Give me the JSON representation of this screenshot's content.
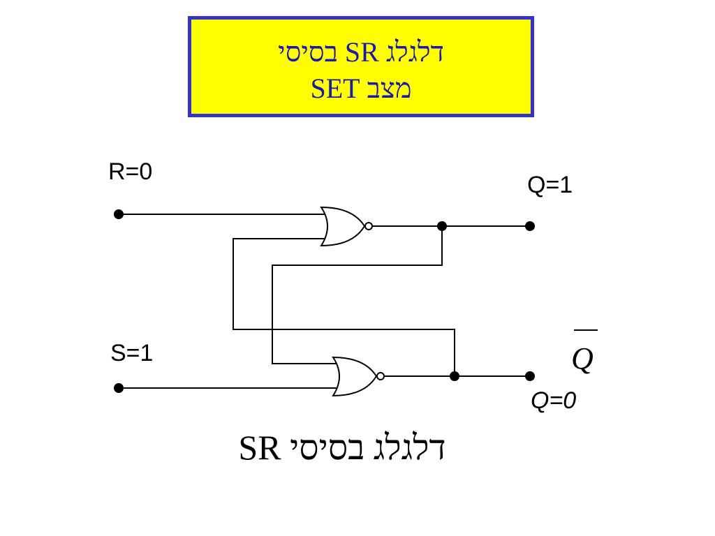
{
  "title": {
    "line1": "דלגלג  SR  בסיסי",
    "line2": "מצב SET"
  },
  "labels": {
    "r_input": "R=0",
    "s_input": "S=1",
    "q_output": "Q=1",
    "qbar_symbol": "Q",
    "qbar_output": "Q=0"
  },
  "caption": "דלגלג  בסיסי  SR",
  "colors": {
    "title_background": "#ffff00",
    "title_border": "#3333cc",
    "title_text": "#1a1aaa"
  },
  "icons": {
    "upper_gate": "nor-gate-icon",
    "lower_gate": "nor-gate-icon"
  }
}
